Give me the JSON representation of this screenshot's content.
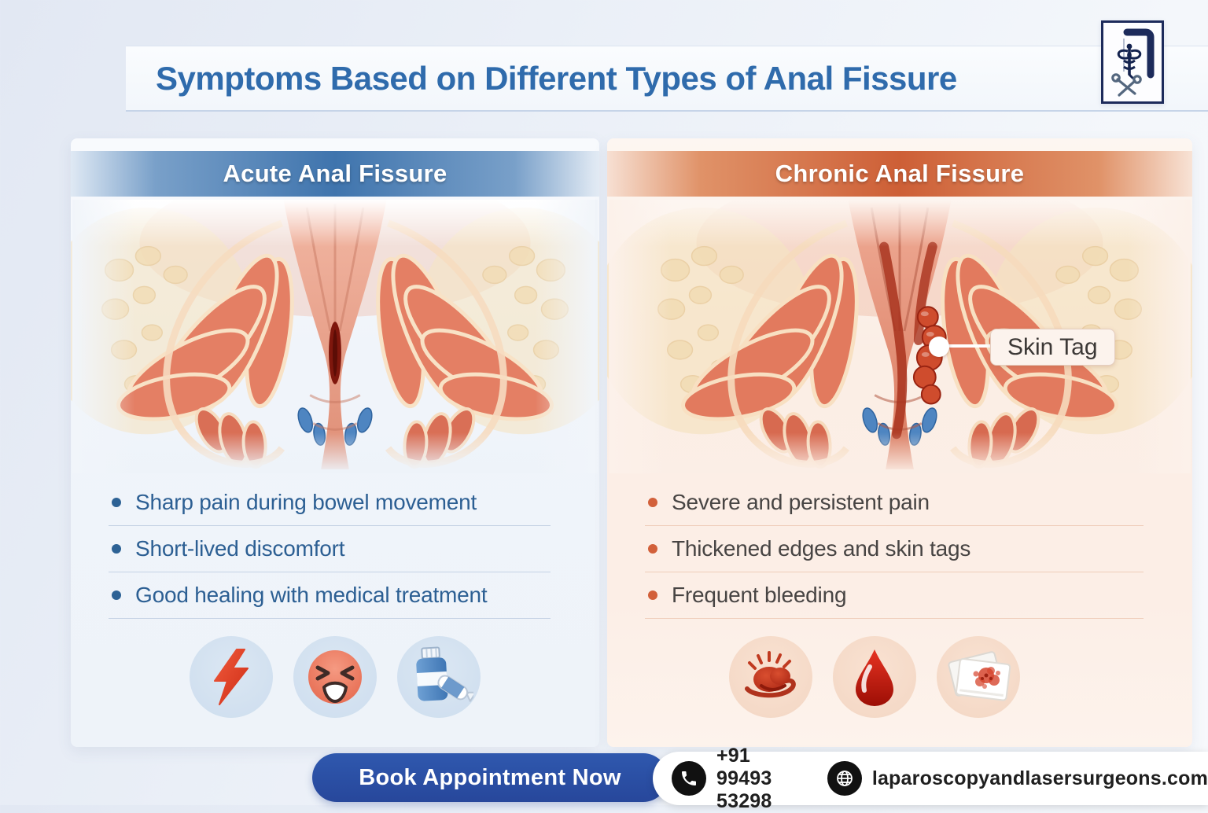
{
  "header": {
    "title": "Symptoms Based on Different Types of Anal Fissure",
    "logo_icon": "caduceus-surgical-logo"
  },
  "panels": {
    "acute": {
      "title": "Acute Anal Fissure",
      "bullets": [
        "Sharp pain during bowel movement",
        "Short-lived discomfort",
        "Good healing with medical treatment"
      ],
      "icons": [
        "lightning-bolt-icon",
        "pained-face-icon",
        "medicine-bottle-ointment-icon"
      ]
    },
    "chronic": {
      "title": "Chronic Anal Fissure",
      "skin_tag_label": "Skin Tag",
      "bullets": [
        "Severe and persistent pain",
        "Thickened edges and skin tags",
        "Frequent bleeding"
      ],
      "icons": [
        "throbbing-swelling-icon",
        "blood-drop-icon",
        "bloody-tissue-icon"
      ]
    }
  },
  "footer": {
    "cta": "Book Appointment Now",
    "phone": "+91 99493 53298",
    "website": "laparoscopyandlasersurgeons.com"
  },
  "colors": {
    "title_blue": "#2f6bac",
    "acute_banner_blue": "#3f74ad",
    "chronic_banner_orange": "#cd5f36",
    "cta_blue": "#27479b"
  }
}
